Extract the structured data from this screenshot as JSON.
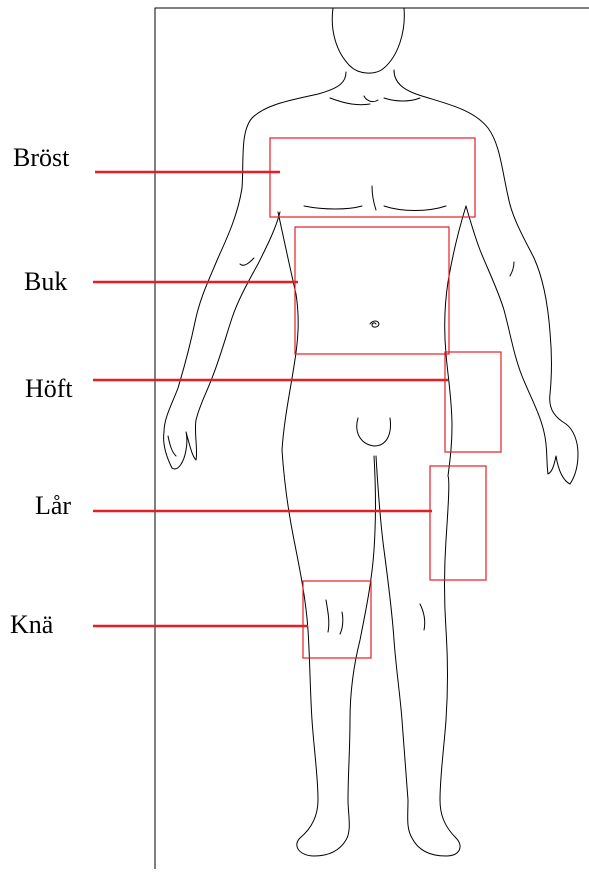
{
  "colors": {
    "accent": "#e31e24",
    "outline": "#000000",
    "background": "#ffffff"
  },
  "labels": {
    "chest": "Bröst",
    "abdomen": "Buk",
    "hip": "Höft",
    "thigh": "Lår",
    "knee": "Knä"
  }
}
